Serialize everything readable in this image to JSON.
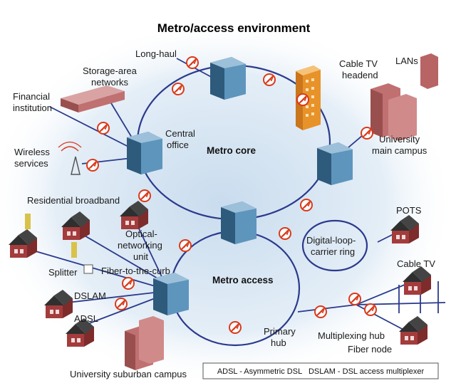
{
  "title": "Metro/access environment",
  "rings": {
    "core": "Metro core",
    "access": "Metro access",
    "dlc_line1": "Digital-loop-",
    "dlc_line2": "carrier ring"
  },
  "labels": {
    "long_haul": "Long-haul",
    "cable_headend_1": "Cable TV",
    "cable_headend_2": "headend",
    "lans": "LANs",
    "storage_1": "Storage-area",
    "storage_2": "networks",
    "financial_1": "Financial",
    "financial_2": "institution",
    "central_1": "Central",
    "central_2": "office",
    "wireless_1": "Wireless",
    "wireless_2": "services",
    "univ_main_1": "University",
    "univ_main_2": "main campus",
    "residential": "Residential broadband",
    "onu_1": "Optical-",
    "onu_2": "networking",
    "onu_3": "unit",
    "pots": "POTS",
    "splitter": "Splitter",
    "fttc": "Fiber-to-the-curb",
    "dslam": "DSLAM",
    "adsl": "ADSL",
    "cable_tv": "Cable TV",
    "primary_1": "Primary",
    "primary_2": "hub",
    "mux_hub": "Multiplexing hub",
    "fiber_node": "Fiber node",
    "univ_sub": "University suburban campus"
  },
  "legend": "ADSL - Asymmetric DSL   DSLAM - DSL access multiplexer",
  "colors": {
    "ring": "#2b3a8c",
    "building": "#4a7fa6",
    "building_light": "#8fb6d1",
    "house": "#9b3a3a",
    "roof": "#2f2f2f",
    "campus": "#c97a7a",
    "headend": "#f0a030",
    "node": "#d93a1a",
    "glow": "#d7e6f3"
  }
}
